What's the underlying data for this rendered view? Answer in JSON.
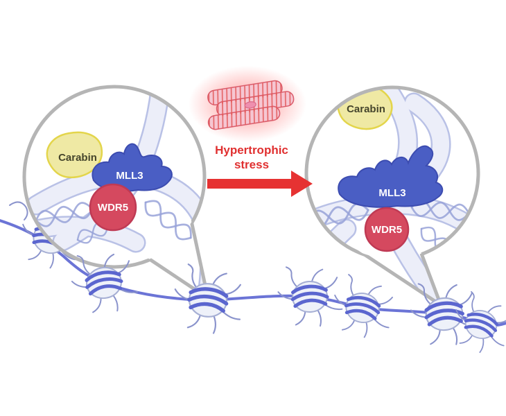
{
  "diagram": {
    "left_panel": {
      "carabin": "Carabin",
      "mll3": "MLL3",
      "wdr5": "WDR5"
    },
    "right_panel": {
      "carabin": "Carabin",
      "mll3": "MLL3",
      "wdr5": "WDR5"
    },
    "stress_label": {
      "line1": "Hypertrophic",
      "line2": "stress"
    }
  },
  "colors": {
    "carabin": "#efe9a4",
    "carabin_stroke": "#e3d54b",
    "mll3": "#4a5ec4",
    "mll3_stroke": "#3c4cb0",
    "wdr5": "#d5495f",
    "wdr5_stroke": "#bf3a54",
    "stress_text": "#e03030",
    "arrow": "#e63232",
    "fiber": "#6b74d6",
    "bubble_outline": "#b5b5b5",
    "ribbon_fill": "#eceef9",
    "ribbon_stroke": "#b9c1e6",
    "dna_helix": "#98a2d8",
    "nucleosome_fill": "#eef1f9",
    "nucleosome_wrap": "#5b66cf",
    "muscle_fill": "#f6c6d2",
    "muscle_striation": "#e25555"
  }
}
